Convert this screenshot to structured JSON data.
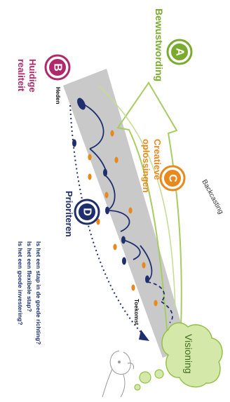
{
  "colors": {
    "green": "#7aab2e",
    "green_light": "#b9d97a",
    "magenta": "#b02a6b",
    "orange": "#e8891e",
    "navy": "#1f2f6e",
    "gray": "#c8c8c8"
  },
  "stages": {
    "a": {
      "letter": "A",
      "label": "Bewustwording"
    },
    "b": {
      "letter": "B",
      "label_line1": "Huidige",
      "label_line2": "realiteit"
    },
    "c": {
      "letter": "C",
      "label_line1": "Creatieve",
      "label_line2": "oplossingen"
    },
    "d": {
      "letter": "D",
      "label": "Prioriteren"
    }
  },
  "labels": {
    "heden": "Heden",
    "toekomst": "Toekomst",
    "backcasting": "Backcasting",
    "visioning": "Visioning"
  },
  "questions": [
    "Is het een stap in de goede richting?",
    "Is het een flexibele stap?",
    "Is het een goede investering?"
  ]
}
